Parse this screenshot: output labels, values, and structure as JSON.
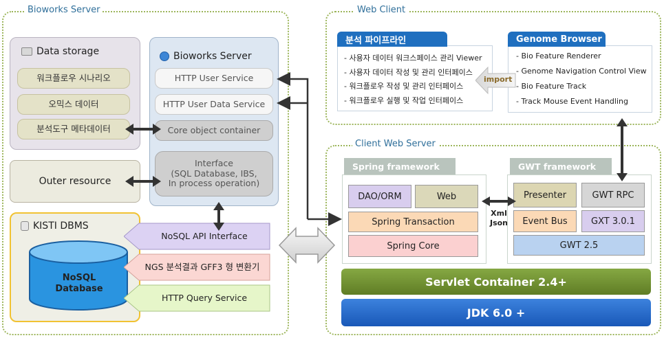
{
  "groups": {
    "bioworks_server": "Bioworks Server",
    "web_client": "Web Client",
    "client_web_server": "Client  Web Server"
  },
  "data_storage": {
    "title": "Data storage",
    "items": [
      "워크플로우 시나리오",
      "오믹스 데이터",
      "분석도구 메타데이터"
    ]
  },
  "outer_resource": "Outer resource",
  "bioworks_panel": {
    "title": "Bioworks Server",
    "http_user_service": "HTTP User Service",
    "http_user_data_service": "HTTP User Data Service",
    "core_object_container": "Core object container",
    "interface": "Interface\n(SQL Database, IBS,\nIn process operation)"
  },
  "kisti": {
    "title": "KISTI DBMS",
    "db_label": "NoSQL\nDatabase",
    "nosql_api": "NoSQL API Interface",
    "ngs": "NGS 분석결과 GFF3 형 변환기",
    "http_query": "HTTP Query Service"
  },
  "web_client": {
    "pipeline_title": "분석 파이프라인",
    "pipeline_items": [
      "- 사용자 데이터 워크스페이스 관리 Viewer",
      "- 사용자 데이터 작성 및 관리 인터페이스",
      "- 워크플로우 작성 및 관리 인터페이스",
      "- 워크플로우 실행 및 작업 인터페이스"
    ],
    "import_label": "import",
    "genome_title": "Genome Browser",
    "genome_items": [
      "- Bio Feature Renderer",
      "- Genome Navigation Control View",
      "- Bio Feature Track",
      "- Track Mouse Event Handling"
    ]
  },
  "spring": {
    "title": "Spring framework",
    "dao": "DAO/ORM",
    "web": "Web",
    "transaction": "Spring Transaction",
    "core": "Spring Core"
  },
  "xml_json": "Xml\nJson",
  "gwt": {
    "title": "GWT framework",
    "presenter": "Presenter",
    "rpc": "GWT RPC",
    "event_bus": "Event Bus",
    "gxt": "GXT 3.0.1",
    "gwt": "GWT 2.5"
  },
  "servlet": "Servlet Container 2.4+",
  "jdk": "JDK 6.0 +",
  "colors": {
    "group_border": "#9cb55a",
    "header_blue": "#1f6fbf",
    "servlet_green": "#6f8f2f",
    "jdk_blue": "#1f66c8"
  }
}
